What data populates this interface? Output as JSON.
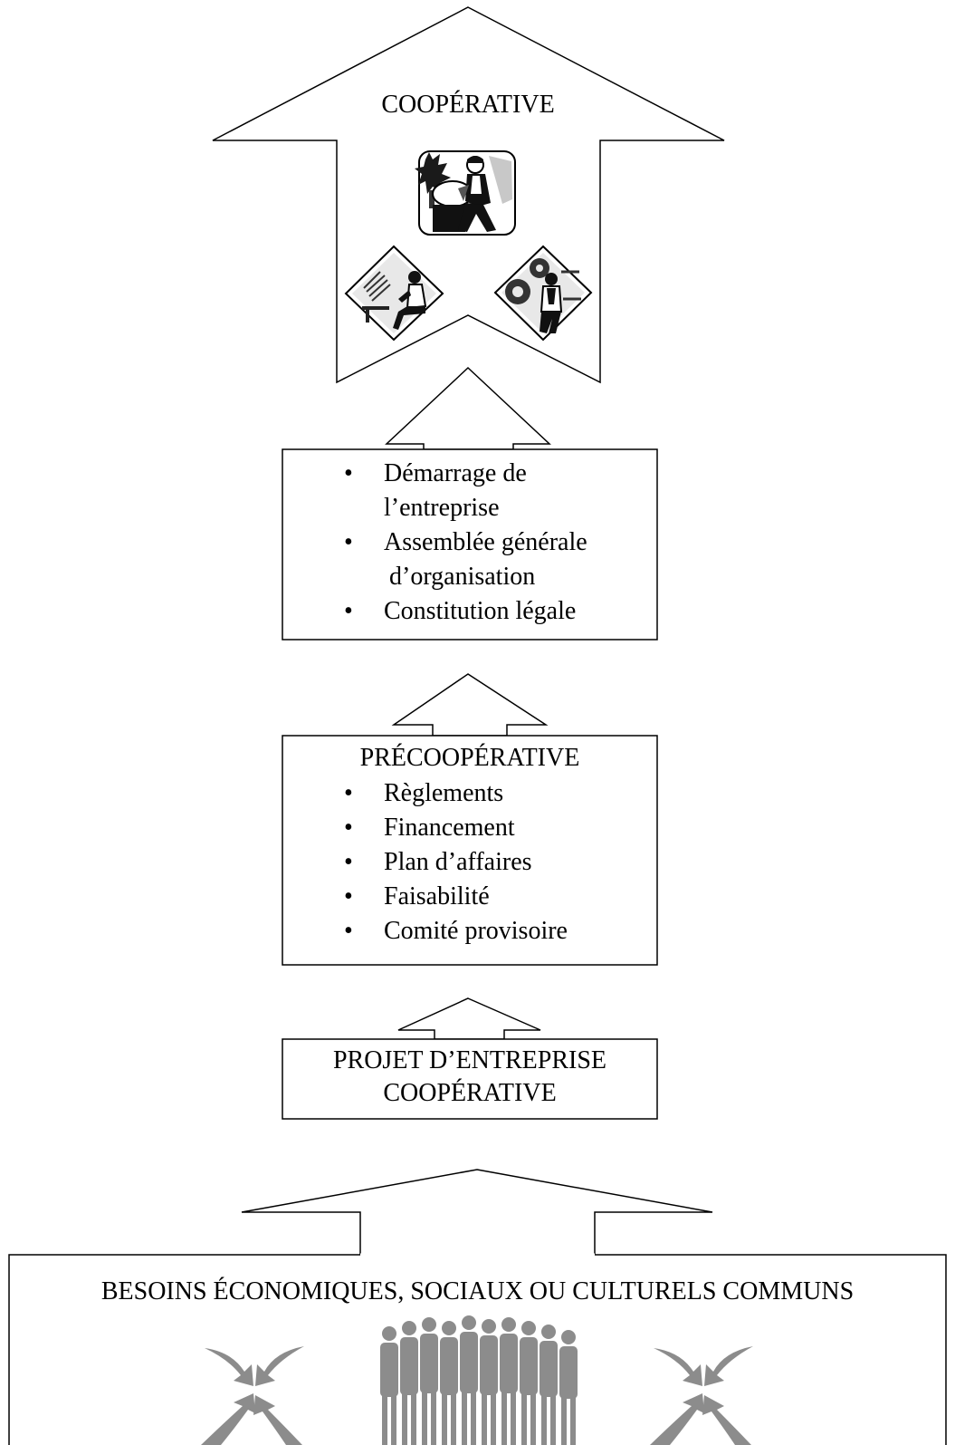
{
  "cooperative": {
    "title": "COOPÉRATIVE",
    "icons": [
      "forestry-worker-chainsaw-icon",
      "office-worker-computer-icon",
      "industrial-worker-gears-icon"
    ]
  },
  "startup": {
    "items": [
      {
        "line1": "Démarrage de",
        "line2": "l’entreprise"
      },
      {
        "line1": "Assemblée générale",
        "line2": "d’organisation"
      },
      {
        "line1": "Constitution légale",
        "line2": ""
      }
    ]
  },
  "precooperative": {
    "title": "PRÉCOOPÉRATIVE",
    "items": [
      "Règlements",
      "Financement",
      "Plan d’affaires",
      "Faisabilité",
      "Comité provisoire"
    ]
  },
  "project": {
    "line1": "PROJET D’ENTREPRISE",
    "line2": "COOPÉRATIVE"
  },
  "needs": {
    "title": "BESOINS ÉCONOMIQUES, SOCIAUX OU CULTURELS COMMUNS",
    "icons": [
      "converging-arrows-icon",
      "group-of-people-icon",
      "converging-arrows-icon"
    ]
  },
  "colors": {
    "stroke": "#000000",
    "gray_icon": "#8c8c8c"
  }
}
